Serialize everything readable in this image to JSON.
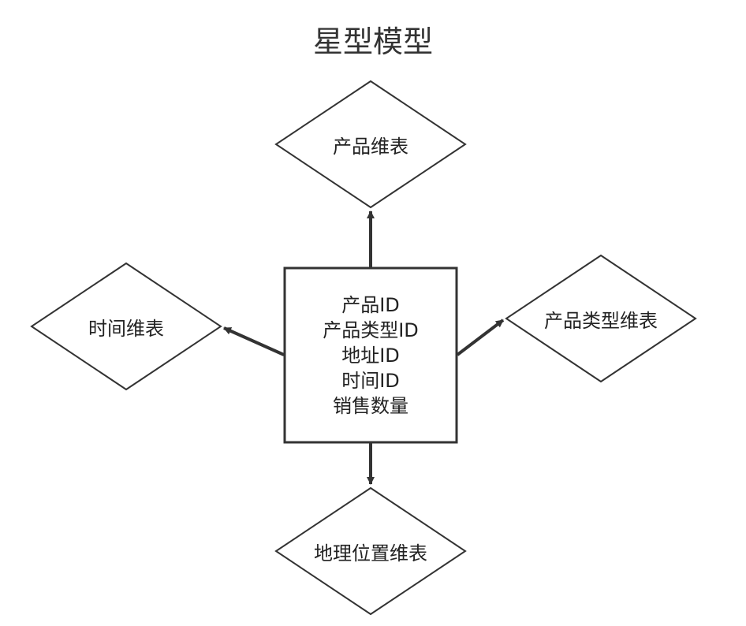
{
  "title": "星型模型",
  "colors": {
    "line": "#333333",
    "text": "#222222",
    "background": "#ffffff"
  },
  "fact_table": {
    "fields": [
      "产品ID",
      "产品类型ID",
      "地址ID",
      "时间ID",
      "销售数量"
    ]
  },
  "dimensions": {
    "product": "产品维表",
    "time": "时间维表",
    "product_type": "产品类型维表",
    "location": "地理位置维表"
  }
}
